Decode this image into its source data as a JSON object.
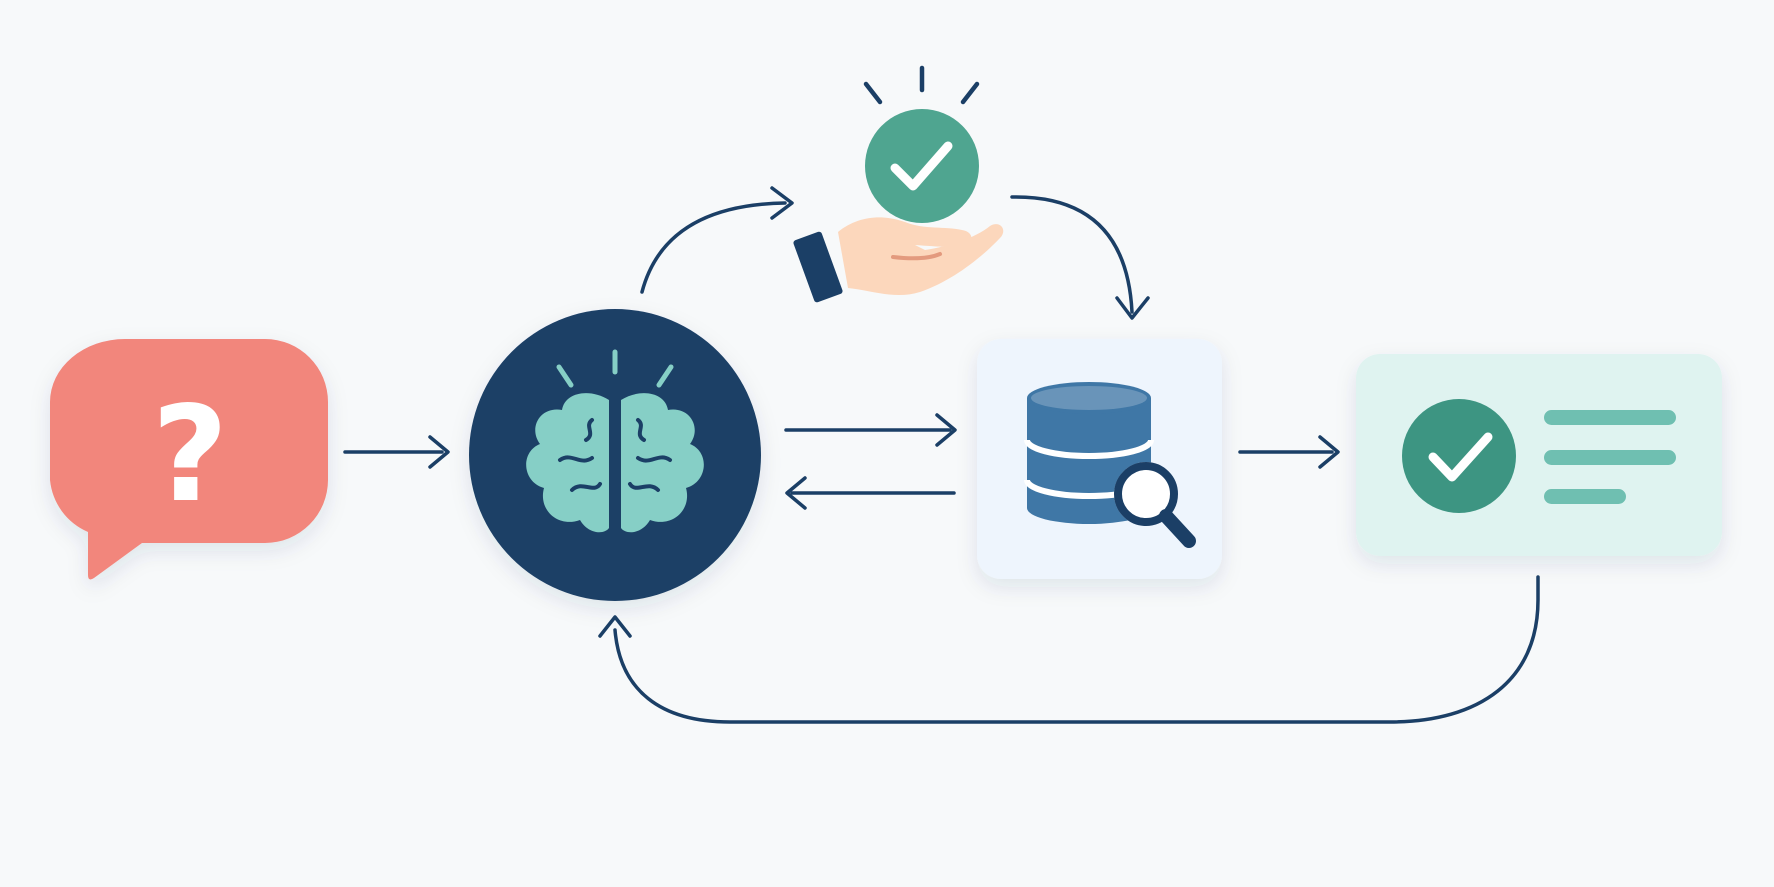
{
  "diagram": {
    "background": "#f7f9fa",
    "nodes": [
      {
        "id": "question",
        "icon": "question-bubble-icon",
        "color": "#f2867b",
        "text": "?"
      },
      {
        "id": "brain",
        "icon": "brain-icon",
        "color": "#1b3f66",
        "accent": "#86cfc6"
      },
      {
        "id": "validated-answer",
        "icon": "hand-check-icon",
        "color": "#4fa590",
        "hand_color": "#fcd7bc",
        "cuff_color": "#1b3f66"
      },
      {
        "id": "database",
        "icon": "database-search-icon",
        "color": "#3f77a6",
        "card_color": "#eef5fd"
      },
      {
        "id": "result",
        "icon": "result-check-card-icon",
        "color": "#3d9582",
        "card_color": "#dff3f0",
        "line_color": "#6fbfb1"
      }
    ],
    "edges": [
      {
        "from": "question",
        "to": "brain",
        "style": "straight"
      },
      {
        "from": "brain",
        "to": "validated-answer",
        "style": "curved"
      },
      {
        "from": "validated-answer",
        "to": "database",
        "style": "curved"
      },
      {
        "from": "brain",
        "to": "database",
        "style": "straight"
      },
      {
        "from": "database",
        "to": "brain",
        "style": "straight"
      },
      {
        "from": "database",
        "to": "result",
        "style": "straight"
      },
      {
        "from": "result",
        "to": "brain",
        "style": "loop"
      }
    ],
    "arrow_color": "#1b3f66"
  }
}
